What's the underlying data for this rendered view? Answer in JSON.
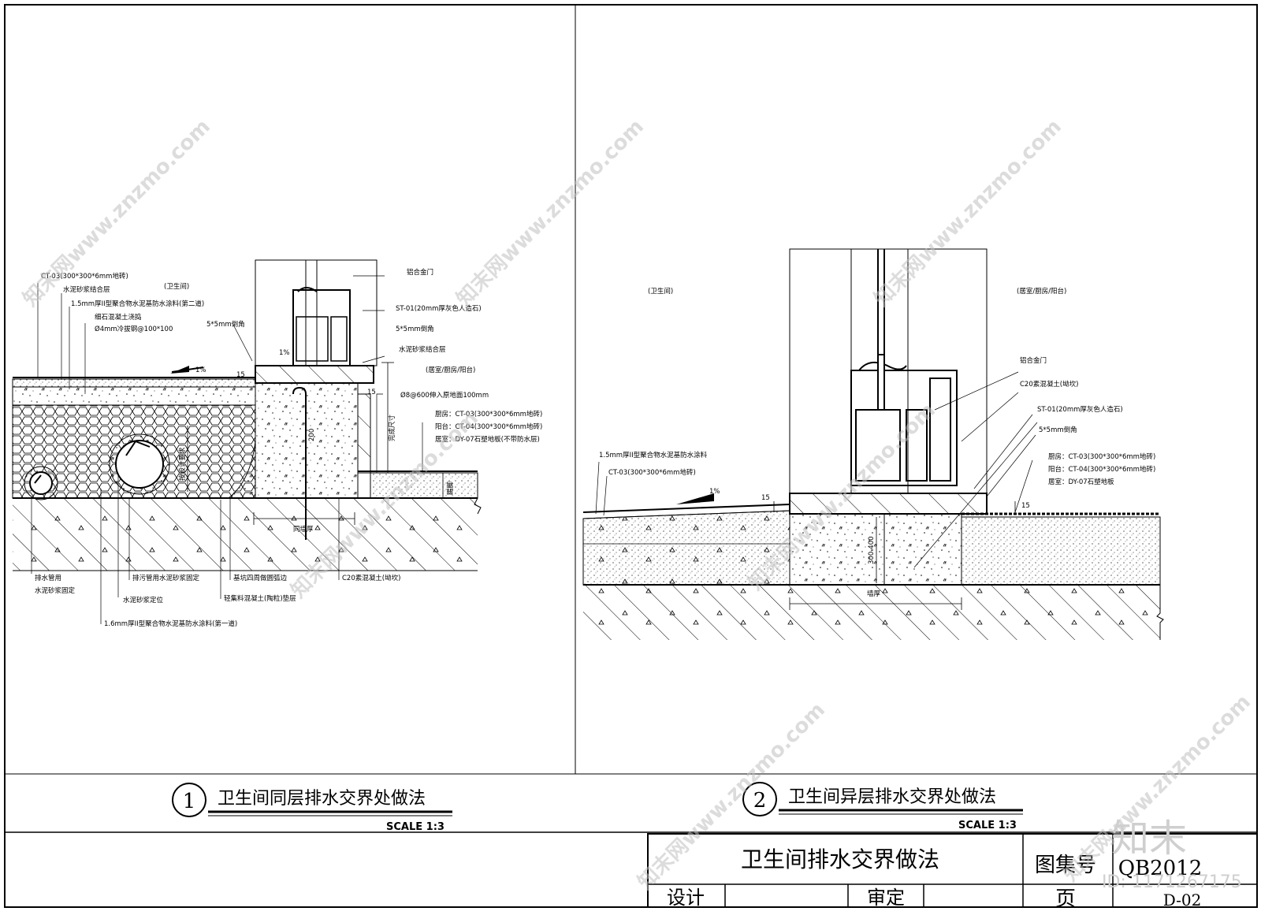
{
  "left_detail": {
    "number": "1",
    "title": "卫生间同层排水交界处做法",
    "scale": "SCALE  1:3",
    "room_wet": "(卫生间)",
    "room_dry": "(居室/厨房/阳台)",
    "slope_a": "1%",
    "slope_b": "1%",
    "dim_ht": "15",
    "dim_200": "200",
    "dim_ht2": "15",
    "dim_width": "同墙厚",
    "dim_height": "完成尺寸",
    "dim_pipe": "按设计要求",
    "label_panel": "踢脚",
    "labels": {
      "l1": "CT-03(300*300*6mm地砖)",
      "l2": "水泥砂浆结合层",
      "l3": "1.5mm厚II型聚合物水泥基防水涂料(第二道)",
      "l4": "细石混凝土浇捣",
      "l5": "Ø4mm冷拔钢@100*100",
      "l6": "5*5mm倒角",
      "l7": "铝合金门",
      "l8": "ST-01(20mm厚灰色人造石)",
      "l9": "5*5mm倒角",
      "l10": "水泥砂浆结合层",
      "l11": "Ø8@600伸入原地面100mm",
      "l12": "厨房：CT-03(300*300*6mm地砖)",
      "l13": "阳台：CT-04(300*300*6mm地砖)",
      "l14": "居室：DY-07石塑地板(不带防水层)",
      "b1": "排水管用",
      "b2": "水泥砂浆固定",
      "b3": "排污管用水泥砂浆固定",
      "b4": "水泥砂浆定位",
      "b5": "基坑四周做圆弧边",
      "b6": "轻集料混凝土(陶粒)垫层",
      "b7": "C20素混凝土(坳坎)",
      "b8": "1.6mm厚II型聚合物水泥基防水涂料(第一道)"
    }
  },
  "right_detail": {
    "number": "2",
    "title": "卫生间异层排水交界处做法",
    "scale": "SCALE  1:3",
    "room_wet": "(卫生间)",
    "room_dry": "(居室/厨房/阳台)",
    "slope": "1%",
    "dim_ht": "15",
    "dim_ht2": "15",
    "dim_height": "300-400",
    "dim_width": "墙厚",
    "labels": {
      "r1": "1.5mm厚II型聚合物水泥基防水涂料",
      "r2": "CT-03(300*300*6mm地砖)",
      "r3": "铝合金门",
      "r4": "C20素混凝土(坳坎)",
      "r5": "ST-01(20mm厚灰色人造石)",
      "r6": "5*5mm倒角",
      "r7": "厨房：CT-03(300*300*6mm地砖)",
      "r8": "阳台：CT-04(300*300*6mm地砖)",
      "r9": "居室：DY-07石塑地板"
    }
  },
  "title_block": {
    "drawing_name": "卫生间排水交界做法",
    "atlas_label": "图集号",
    "atlas_value": "QB2012",
    "design_label": "设计",
    "review_label": "审定",
    "page_label": "页",
    "page_value": "D-02"
  },
  "watermark": {
    "text": "知末网www.znzmo.com",
    "logo": "知末",
    "id_text": "ID: 1171267175"
  },
  "colors": {
    "ink": "#000000",
    "paper": "#ffffff",
    "watermark": "#bfbfbf"
  }
}
